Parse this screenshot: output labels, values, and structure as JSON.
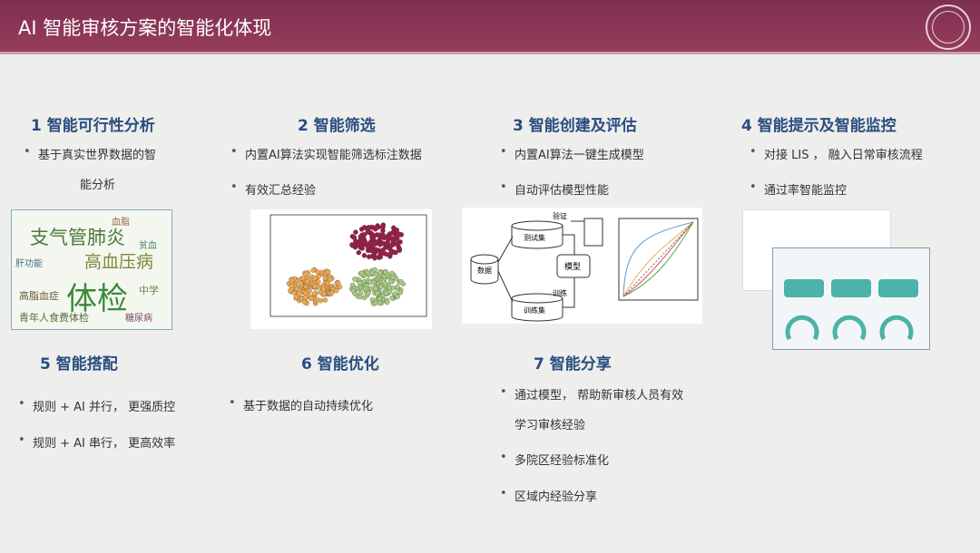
{
  "header": {
    "title": "AI 智能审核方案的智能化体现"
  },
  "sections": [
    {
      "title": "1 智能可行性分析",
      "bullets": [
        "基于真实世界数据的智",
        "能分析"
      ]
    },
    {
      "title": "2 智能筛选",
      "bullets": [
        "内置AI算法实现智能筛选标注数据",
        "有效汇总经验"
      ]
    },
    {
      "title": "3 智能创建及评估",
      "bullets": [
        "内置AI算法一键生成模型",
        "自动评估模型性能"
      ]
    },
    {
      "title": "4 智能提示及智能监控",
      "bullets": [
        "对接 LIS ， 融入日常审核流程",
        "通过率智能监控"
      ]
    },
    {
      "title": "5 智能搭配",
      "bullets": [
        "规则 + AI 并行， 更强质控",
        "规则 + AI 串行， 更高效率"
      ]
    },
    {
      "title": "6 智能优化",
      "bullets": [
        "基于数据的自动持续优化"
      ]
    },
    {
      "title": "7 智能分享",
      "bullets": [
        "通过模型， 帮助新审核人员有效",
        "学习审核经验",
        "多院区经验标准化",
        "区域内经验分享"
      ]
    }
  ],
  "wordcloud": [
    "体检",
    "高血压病",
    "支气管肺炎",
    "青年人食费体检",
    "高脂血症",
    "中学",
    "血脂",
    "肝功能",
    "糖尿病",
    "贫血"
  ],
  "flow": {
    "data": "数据",
    "test": "测试集",
    "train": "训练集",
    "model": "模型",
    "verify": "验证",
    "training": "训练"
  },
  "colors": {
    "header": "#8a3556",
    "title": "#2a4d80",
    "accent": "#4bb3a8"
  }
}
